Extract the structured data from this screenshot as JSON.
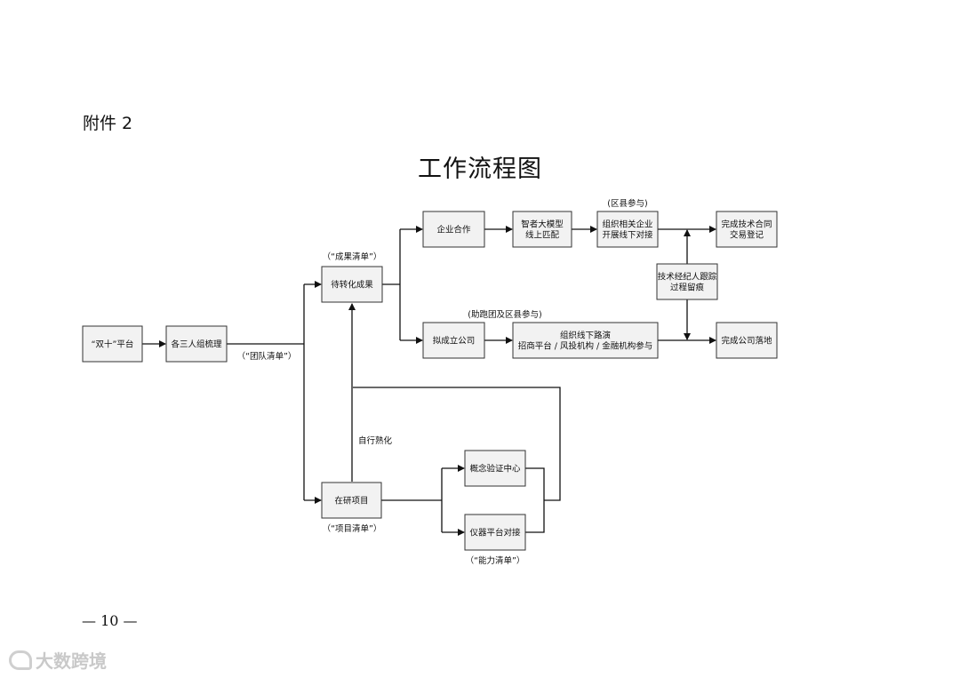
{
  "header": {
    "attachment": "附件 2",
    "title": "工作流程图"
  },
  "footer": {
    "page_number": "— 10 —"
  },
  "watermark": {
    "text": "大数跨境"
  },
  "diagram": {
    "nodes": {
      "shuangshi": "“双十”平台",
      "gesanren": "各三人组梳理",
      "daizhuanhua": "待转化成果",
      "qiyehezuo": "企业合作",
      "zhizhe": [
        "智者大模型",
        "线上匹配"
      ],
      "zuzhi_qiye": [
        "组织相关企业",
        "开展线下对接"
      ],
      "wancheng_jishu": [
        "完成技术合同",
        "交易登记"
      ],
      "jishu_jingji": [
        "技术经纪人跟踪",
        "过程留痕"
      ],
      "nicheng": "拟成立公司",
      "zuzhi_luyan": [
        "组织线下路演",
        "招商平台 / 风投机构 / 金融机构参与"
      ],
      "wancheng_gongsi": "完成公司落地",
      "zaiyan": "在研项目",
      "gainian": "概念验证中心",
      "yiqi": "仪器平台对接"
    },
    "labels": {
      "chengguo_list": "（“成果清单”）",
      "tuandui_list": "（“团队清单”）",
      "quxian": "(区县参与)",
      "zhupao": "(助跑团及区县参与)",
      "zixing": "自行熟化",
      "xiangmu_list": "（“项目清单”）",
      "nengli_list": "（“能力清单”）"
    }
  }
}
